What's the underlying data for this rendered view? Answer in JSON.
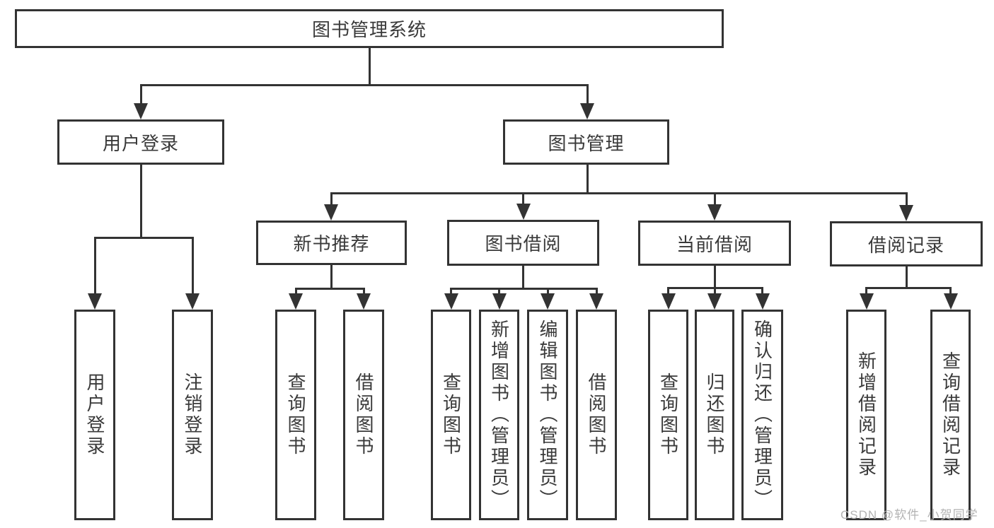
{
  "diagram_title": "图书管理系统",
  "tree": {
    "root": {
      "label": "图书管理系统"
    },
    "branches": [
      {
        "label": "用户登录",
        "children": [
          {
            "label": "用户登录"
          },
          {
            "label": "注销登录"
          }
        ]
      },
      {
        "label": "图书管理",
        "children": [
          {
            "label": "新书推荐",
            "children": [
              {
                "label": "查询图书"
              },
              {
                "label": "借阅图书"
              }
            ]
          },
          {
            "label": "图书借阅",
            "children": [
              {
                "label": "查询图书"
              },
              {
                "label": "新增图书（管理员）"
              },
              {
                "label": "编辑图书（管理员）"
              },
              {
                "label": "借阅图书"
              }
            ]
          },
          {
            "label": "当前借阅",
            "children": [
              {
                "label": "查询图书"
              },
              {
                "label": "归还图书"
              },
              {
                "label": "确认归还（管理员）"
              }
            ]
          },
          {
            "label": "借阅记录",
            "children": [
              {
                "label": "新增借阅记录"
              },
              {
                "label": "查询借阅记录"
              }
            ]
          }
        ]
      }
    ]
  },
  "watermark": {
    "text": "CSDN @软件_小贺同学"
  },
  "colors": {
    "line": "#333333",
    "text": "#3a3a3a",
    "watermark": "#b3b3b3",
    "background": "#ffffff"
  }
}
